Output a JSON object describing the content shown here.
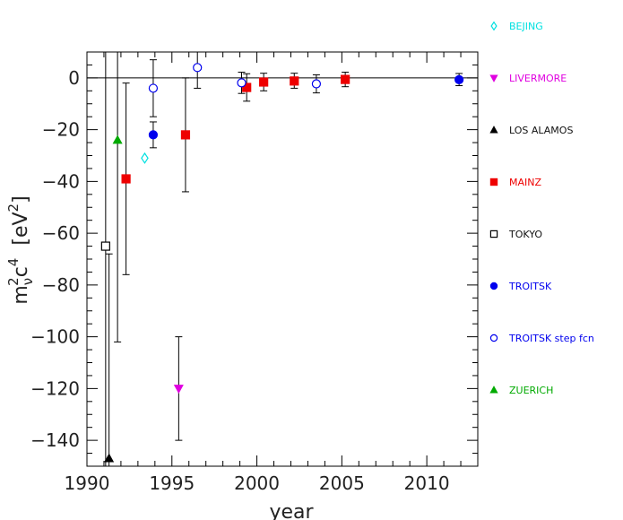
{
  "chart_data": {
    "type": "scatter",
    "title": "",
    "xlabel": "year",
    "ylabel_parts": {
      "m": "m",
      "nu": "ν",
      "sq1": "2",
      "c": "c",
      "pow4": "4",
      "open": "[eV",
      "sq2": "2",
      "close": "]"
    },
    "xlim": [
      1990,
      2013
    ],
    "ylim": [
      -150,
      10
    ],
    "x_ticks": [
      1990,
      1995,
      2000,
      2005,
      2010
    ],
    "y_ticks": [
      0,
      -20,
      -40,
      -60,
      -80,
      -100,
      -120,
      -140
    ],
    "reference_line_y": 0,
    "legend_position": "right-outside",
    "series": [
      {
        "name": "BEJING",
        "color": "#00e0e0",
        "marker": "diamond-open",
        "points": [
          {
            "x": 1993.4,
            "y": -31,
            "lo": -31,
            "hi": -31
          }
        ]
      },
      {
        "name": "LIVERMORE",
        "color": "#e000e0",
        "marker": "triangle-down-filled",
        "points": [
          {
            "x": 1995.4,
            "y": -120,
            "lo": -140,
            "hi": -100
          }
        ]
      },
      {
        "name": "LOS ALAMOS",
        "color": "#000000",
        "marker": "triangle-up-filled",
        "points": [
          {
            "x": 1991.3,
            "y": -147,
            "lo": -150,
            "hi": -68
          }
        ]
      },
      {
        "name": "MAINZ",
        "color": "#ee0000",
        "marker": "square-filled",
        "points": [
          {
            "x": 1992.3,
            "y": -39,
            "lo": -76,
            "hi": -2
          },
          {
            "x": 1995.8,
            "y": -22,
            "lo": -44,
            "hi": 0
          },
          {
            "x": 1999.4,
            "y": -3.7,
            "lo": -9,
            "hi": 1.6
          },
          {
            "x": 2000.4,
            "y": -1.6,
            "lo": -5,
            "hi": 1.8
          },
          {
            "x": 2002.2,
            "y": -1.2,
            "lo": -4,
            "hi": 1.8
          },
          {
            "x": 2005.2,
            "y": -0.6,
            "lo": -3.4,
            "hi": 2.2
          }
        ]
      },
      {
        "name": "TOKYO",
        "color": "#000000",
        "marker": "square-open",
        "points": [
          {
            "x": 1991.1,
            "y": -65,
            "lo": -150,
            "hi": 10
          }
        ]
      },
      {
        "name": "TROITSK",
        "color": "#0000ee",
        "marker": "circle-filled",
        "points": [
          {
            "x": 1993.9,
            "y": -22,
            "lo": -27,
            "hi": -17
          },
          {
            "x": 2011.9,
            "y": -0.7,
            "lo": -3,
            "hi": 1.7
          }
        ]
      },
      {
        "name": "TROITSK step fcn",
        "color": "#0000ee",
        "marker": "circle-open",
        "points": [
          {
            "x": 1993.9,
            "y": -4,
            "lo": -15,
            "hi": 7
          },
          {
            "x": 1996.5,
            "y": 4,
            "lo": -4,
            "hi": 10
          },
          {
            "x": 1999.1,
            "y": -1.9,
            "lo": -6,
            "hi": 2.2
          },
          {
            "x": 2003.5,
            "y": -2.3,
            "lo": -5.8,
            "hi": 1.2
          }
        ]
      },
      {
        "name": "ZUERICH",
        "color": "#00aa00",
        "marker": "triangle-up-filled",
        "points": [
          {
            "x": 1991.8,
            "y": -24,
            "lo": -102,
            "hi": 10
          }
        ]
      }
    ]
  }
}
